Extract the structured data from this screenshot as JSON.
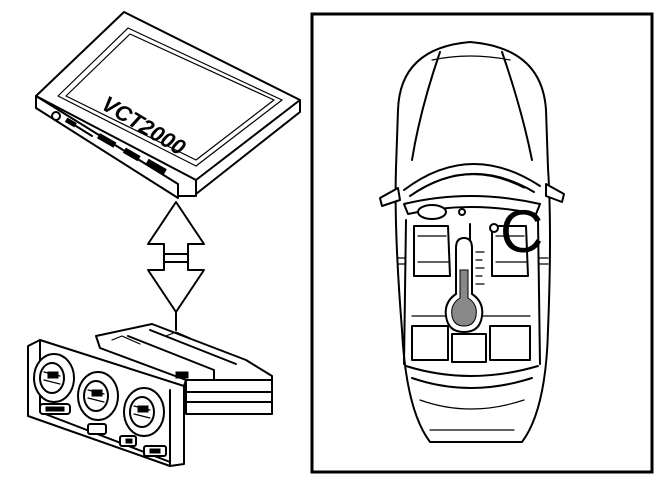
{
  "device": {
    "label": "VCT2000",
    "color": "#000000"
  },
  "panel": {
    "marker": "C"
  },
  "icons": [
    "scan-tool-device",
    "bidirectional-arrow",
    "climate-control-panel",
    "car-top-view",
    "thermometer-icon"
  ]
}
